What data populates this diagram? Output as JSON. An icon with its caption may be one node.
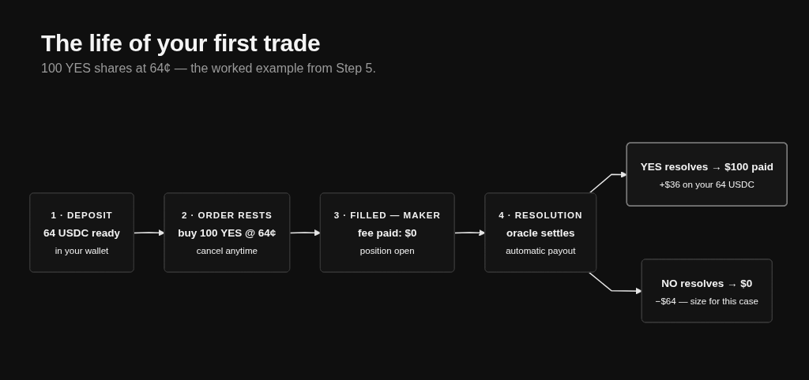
{
  "diagram": {
    "title": "The life of your first trade",
    "nodes": [
      {
        "text": [
          "1 · DEPOSIT",
          "64 USDC ready",
          "in your wallet"
        ]
      },
      {
        "text": [
          "2 · ORDER RESTS",
          "buy 100 YES @ 64¢",
          "cancel anytime"
        ]
      },
      {
        "text": [
          "3 · FILLED — MAKER",
          "fee paid: $0",
          "position open"
        ]
      },
      {
        "text": [
          "4 · RESOLUTION",
          "oracle settles",
          "automatic payout"
        ]
      },
      {
        "text": [
          "YES resolves → $100 paid",
          "+$36 on your 64 USDC"
        ]
      },
      {
        "text": [
          "NO resolves → $0",
          "−$64 — size for this case"
        ]
      }
    ],
    "edges": [
      {
        "from": 0,
        "to": 1,
        "arrow": "to"
      },
      {
        "from": 1,
        "to": 2,
        "arrow": "to"
      },
      {
        "from": 2,
        "to": 3,
        "arrow": "to"
      },
      {
        "from": 3,
        "to": 4,
        "arrow": "to"
      },
      {
        "from": 3,
        "to": 5,
        "arrow": "to"
      }
    ],
    "labels": [
      "100 YES shares at 64¢ — the worked example from Step 5."
    ]
  }
}
